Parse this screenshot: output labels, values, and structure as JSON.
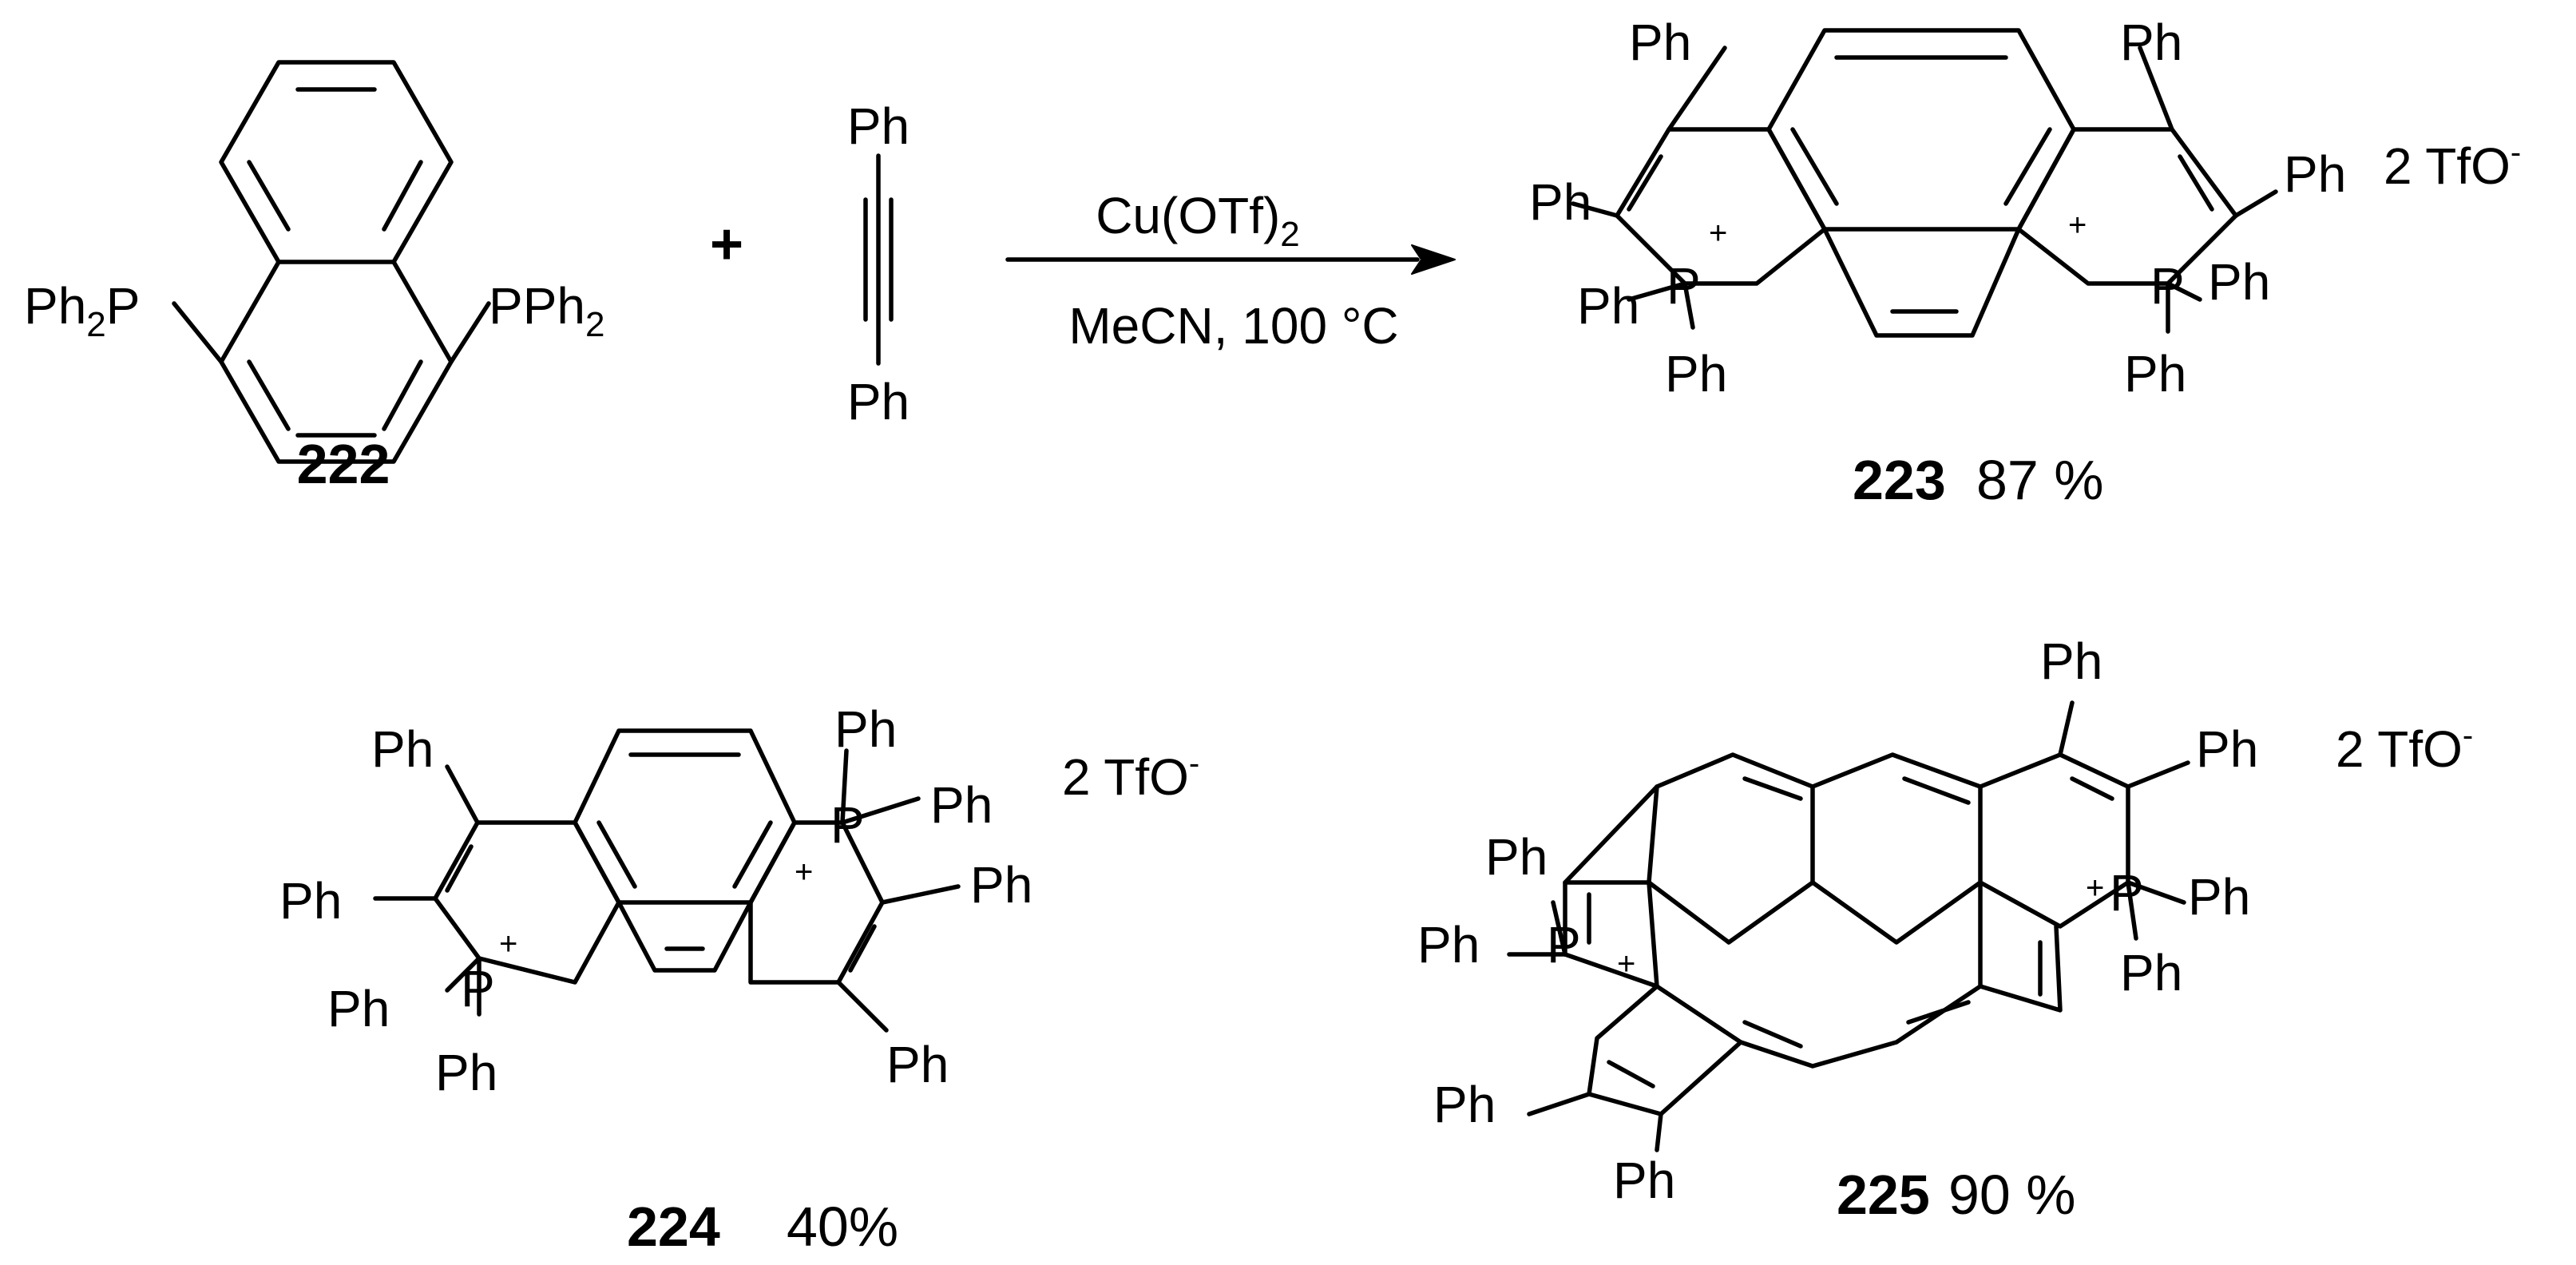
{
  "reaction": {
    "reactant_1": {
      "label": "222",
      "left_group": "Ph",
      "left_group_count": "2",
      "left_group_atom": "P",
      "right_group_atom": "P",
      "right_group": "Ph",
      "right_group_count": "2"
    },
    "plus_sign": "+",
    "reactant_2": {
      "top": "Ph",
      "bottom": "Ph"
    },
    "conditions": {
      "reagent": "Cu(OTf)",
      "reagent_subscript": "2",
      "solvent_temperature": "MeCN, 100 °C"
    }
  },
  "products": [
    {
      "label": "223",
      "yield": "87 %",
      "counterion": "2 TfO",
      "counterion_charge": "-"
    },
    {
      "label": "224",
      "yield": "40%",
      "counterion": "2 TfO",
      "counterion_charge": "-"
    },
    {
      "label": "225",
      "yield": "90 %",
      "counterion": "2 TfO",
      "counterion_charge": "-"
    }
  ],
  "atom_labels": {
    "phenyl": "Ph",
    "phosphorus": "P",
    "positive_charge": "+"
  }
}
